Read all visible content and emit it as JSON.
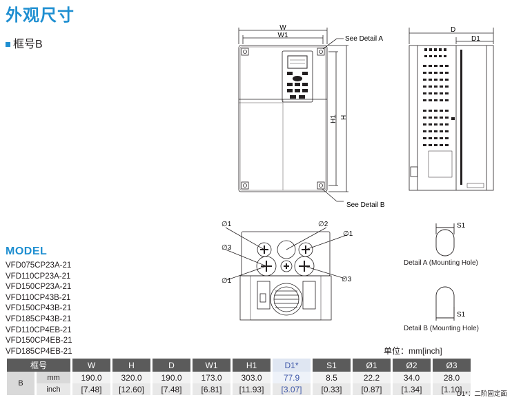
{
  "title": "外观尺寸",
  "frame_label": "框号B",
  "model_heading": "MODEL",
  "models": [
    "VFD075CP23A-21",
    "VFD110CP23A-21",
    "VFD150CP23A-21",
    "VFD110CP43B-21",
    "VFD150CP43B-21",
    "VFD185CP43B-21",
    "VFD110CP4EB-21",
    "VFD150CP4EB-21",
    "VFD185CP4EB-21"
  ],
  "front_view": {
    "dim_w": "W",
    "dim_w1": "W1",
    "dim_h": "H",
    "dim_h1": "H1",
    "detail_a": "See Detail A",
    "detail_b": "See Detail B"
  },
  "side_view": {
    "dim_d": "D",
    "dim_d1": "D1"
  },
  "bottom_view": {
    "phi1": "∅1",
    "phi2": "∅2",
    "phi3": "∅3"
  },
  "detail_a": {
    "dim": "S1",
    "caption": "Detail A (Mounting Hole)"
  },
  "detail_b": {
    "dim": "S1",
    "caption": "Detail B (Mounting Hole)"
  },
  "unit_label": "单位：mm[inch]",
  "table": {
    "headers": [
      "框号",
      "W",
      "H",
      "D",
      "W1",
      "H1",
      "D1*",
      "S1",
      "Ø1",
      "Ø2",
      "Ø3"
    ],
    "row_labels": [
      "B",
      "mm",
      "inch"
    ],
    "mm": [
      "190.0",
      "320.0",
      "190.0",
      "173.0",
      "303.0",
      "77.9",
      "8.5",
      "22.2",
      "34.0",
      "28.0"
    ],
    "inch": [
      "[7.48]",
      "[12.60]",
      "[7.48]",
      "[6.81]",
      "[11.93]",
      "[3.07]",
      "[0.33]",
      "[0.87]",
      "[1.34]",
      "[1.10]"
    ]
  },
  "footnote": "D1*：二阶固定面",
  "colors": {
    "accent": "#1f8fd1",
    "header_bg": "#5b5b5b",
    "highlight": "#3d56a8"
  }
}
